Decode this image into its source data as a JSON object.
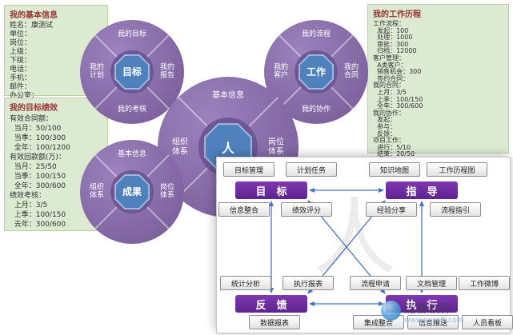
{
  "panels": {
    "basic_info": {
      "title": "我的基本信息",
      "lines": [
        "姓名：康测试",
        "单位：",
        "岗位：",
        "上级：",
        "下级：",
        "电话：",
        "手机：",
        "邮件：",
        "办公室："
      ]
    },
    "goal_performance": {
      "title": "我的目标绩效",
      "lines": [
        "有效合同额：",
        "  当月：50/100",
        "  当季：100/300",
        "  全年：100/1200",
        "有效回款额(万)：",
        "  当月：25/50",
        "  当季：100/150",
        "  全年：300/600",
        "绩效考核：",
        "  上月：3/5",
        "  上季：100/150",
        "  去年：300/600"
      ]
    },
    "work_history": {
      "title": "我的工作历程",
      "lines": [
        "工作流程：",
        "  发起：100",
        "  处理：1000",
        "  审批：300",
        "  归档：12000",
        "客户管理：",
        "  A类客户：",
        "  销售机会：300",
        "  签约合同：",
        "我的合同：",
        "  上月：3/5",
        "  上季：100/150",
        "  全年：300/600",
        "我的协作：",
        "  发起：",
        "  参与：",
        "  反馈：",
        "项目工作：",
        "  进行：5/10",
        "  结束：20/50"
      ]
    }
  },
  "wheels": {
    "goal": {
      "center": "目标",
      "top": "我的目标",
      "right": [
        "我的",
        "报告"
      ],
      "bottom": "我的考核",
      "left": [
        "我的",
        "计划"
      ]
    },
    "work": {
      "center": "工作",
      "top": "我的流程",
      "right": [
        "我的",
        "合同"
      ],
      "bottom": "我的协作",
      "left": [
        "我的",
        "客户"
      ]
    },
    "person": {
      "center": "人",
      "top": "基本信息",
      "right": [
        "岗位",
        "体系"
      ],
      "left": [
        "组织",
        "体系"
      ]
    },
    "result": {
      "center": "成果",
      "top": "基本信息",
      "right": [
        "岗位",
        "体系"
      ],
      "left": [
        "组织",
        "体系"
      ]
    }
  },
  "flow": {
    "nodes": {
      "goal": "目　标",
      "guide": "指　导",
      "feedback": "反　馈",
      "execute": "执　行"
    },
    "modules": {
      "goal_mgmt": "目标管理",
      "plan_task": "计划任务",
      "info_integrate": "信息整合",
      "perf_score": "绩效评分",
      "knowledge_map": "知识地图",
      "work_history_map": "工作历程图",
      "exp_share": "经验分享",
      "process_guide": "流程指引",
      "stat_analysis": "统计分析",
      "exec_report": "执行报表",
      "data_report": "数据报表",
      "process_request": "流程申请",
      "doc_mgmt": "文档管理",
      "work_weibo": "工作微博",
      "integrate": "集成整合",
      "info_push": "信息推送",
      "staff_board": "人员看板"
    },
    "center_watermark": "人"
  },
  "watermark": {
    "brand": "泛普软件",
    "url": "www.pusoft.com"
  },
  "colors": {
    "panel_green": "#dcead2",
    "panel_border": "#b8d09e",
    "panel_title_red": "#943634",
    "wheel_purple": "#8469a8",
    "wheel_hole_purple": "#6f5694",
    "wheel_center_blue": "#4f81bd",
    "node_purple": "#7030a0",
    "arrow_blue": "#4472c4"
  }
}
